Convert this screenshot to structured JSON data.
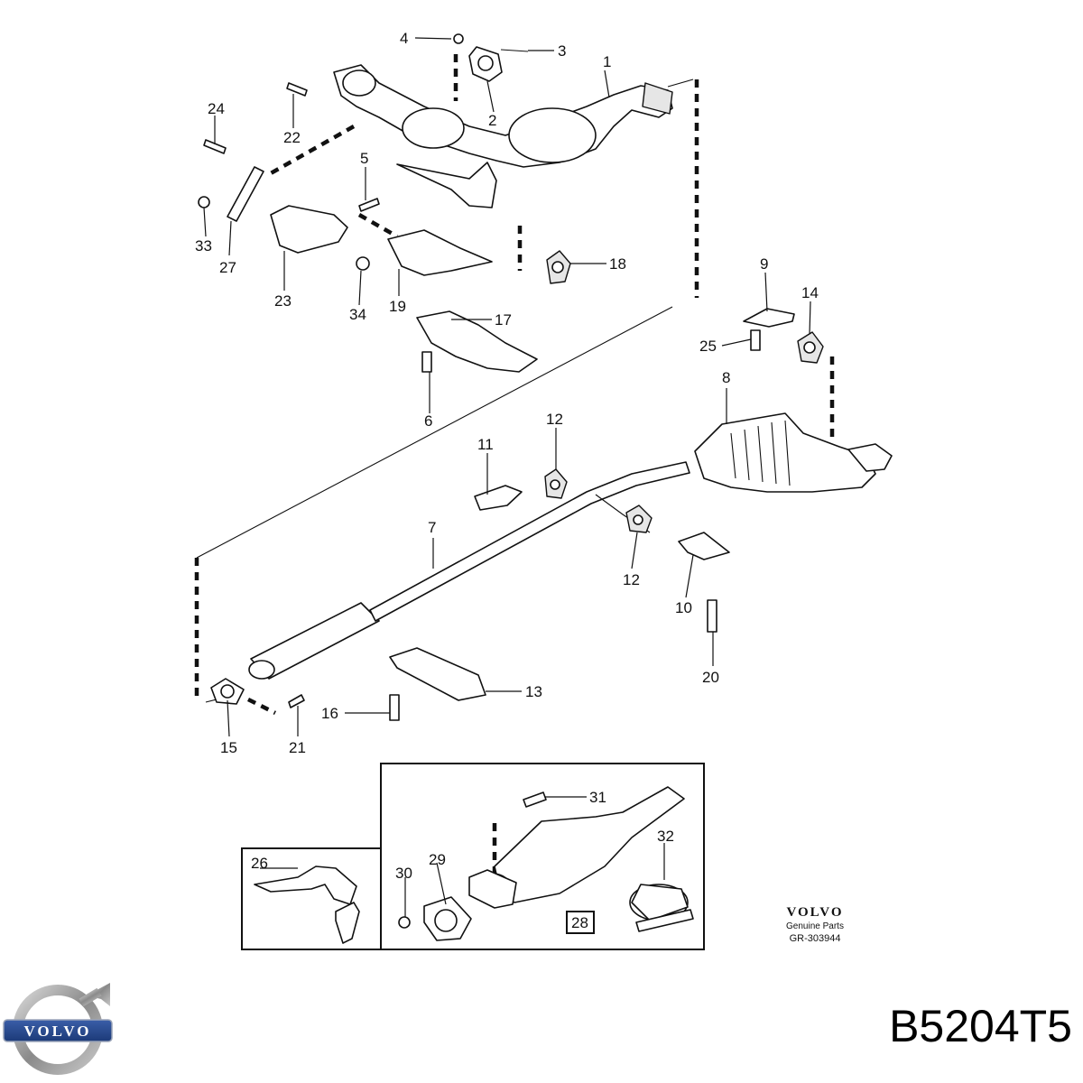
{
  "labels": {
    "p1": "1",
    "p2": "2",
    "p3": "3",
    "p4": "4",
    "p5": "5",
    "p6": "6",
    "p7": "7",
    "p8": "8",
    "p9": "9",
    "p10": "10",
    "p11": "11",
    "p12a": "12",
    "p12b": "12",
    "p13": "13",
    "p14": "14",
    "p15": "15",
    "p16": "16",
    "p17": "17",
    "p18": "18",
    "p19": "19",
    "p20": "20",
    "p21": "21",
    "p22": "22",
    "p23": "23",
    "p24": "24",
    "p25": "25",
    "p26": "26",
    "p27": "27",
    "p28": "28",
    "p29": "29",
    "p30": "30",
    "p31": "31",
    "p32": "32",
    "p33": "33",
    "p34": "34"
  },
  "brand": {
    "wordmark": "VOLVO",
    "subtitle": "Genuine Parts",
    "reference": "GR-303944",
    "logo_text": "VOLVO"
  },
  "engine_code": "B5204T5"
}
